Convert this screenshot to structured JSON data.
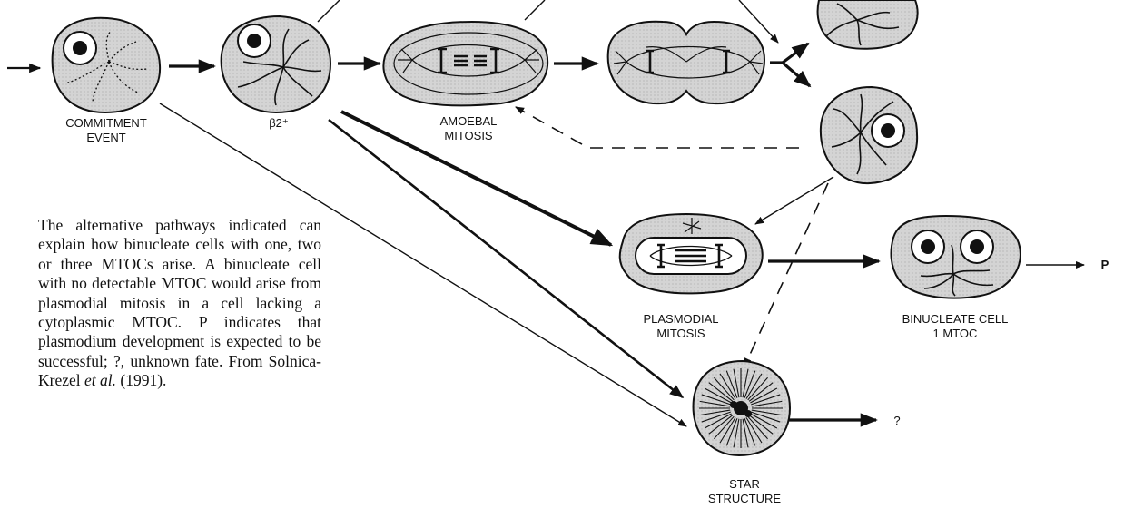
{
  "colors": {
    "cell_fill": "#d4d4d4",
    "ink": "#111111",
    "background": "#ffffff"
  },
  "labels": {
    "commitment": [
      "COMMITMENT",
      "EVENT"
    ],
    "beta2": "β2⁺",
    "amoebal": [
      "AMOEBAL",
      "MITOSIS"
    ],
    "plasmodial": [
      "PLASMODIAL",
      "MITOSIS"
    ],
    "binucleate": [
      "BINUCLEATE CELL",
      "1 MTOC"
    ],
    "star": [
      "STAR",
      "STRUCTURE"
    ],
    "outcome_success": "P",
    "outcome_unknown": "?"
  },
  "caption": {
    "text_1": "The alternative pathways indicated can explain how binucleate cells with one, two or three MTOCs arise. A binucleate cell with no detectable MTOC would arise from plasmodial mitosis in a cell lacking a cytoplasmic MTOC. P indicates that plasmodium development is expected to be successful; ?, unknown fate. From Solnica-Krezel",
    "italic": "et al.",
    "text_2": "(1991)."
  },
  "icons": [
    "cell-icon",
    "nucleus-icon",
    "microtubule-icon",
    "arrow-icon",
    "dashed-arrow-icon"
  ]
}
